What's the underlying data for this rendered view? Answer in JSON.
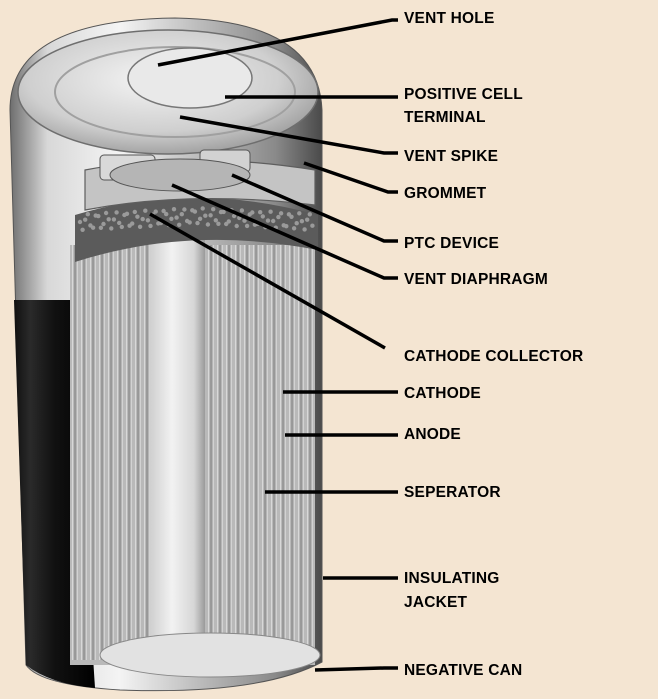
{
  "diagram": {
    "labels": {
      "vent_hole": "VENT HOLE",
      "positive_cell_terminal_line1": "POSITIVE CELL",
      "positive_cell_terminal_line2": "TERMINAL",
      "vent_spike": "VENT SPIKE",
      "grommet": "GROMMET",
      "ptc_device": "PTC DEVICE",
      "vent_diaphragm": "VENT DIAPHRAGM",
      "cathode_collector": "CATHODE COLLECTOR",
      "cathode": "CATHODE",
      "anode": "ANODE",
      "seperator": "SEPERATOR",
      "insulating_jacket_line1": "INSULATING",
      "insulating_jacket_line2": "JACKET",
      "negative_can": "NEGATIVE CAN"
    },
    "colors": {
      "background": "#f4e5d2",
      "leader_line": "#000000"
    }
  }
}
